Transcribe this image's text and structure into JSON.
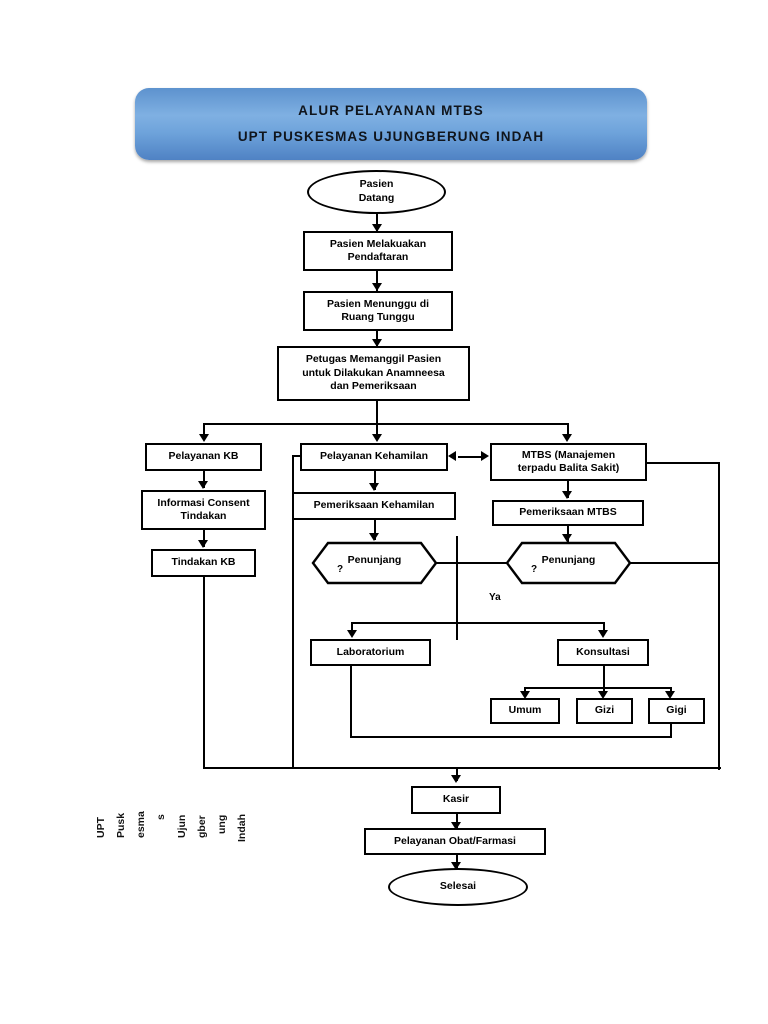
{
  "header": {
    "line1": "ALUR PELAYANAN MTBS",
    "line2": "UPT PUSKESMAS UJUNGBERUNG INDAH",
    "accent_color": "#5d92ce",
    "accent_color_light": "#7fb0e2"
  },
  "nodes": {
    "start": "Pasien\nDatang",
    "start_l1": "Pasien",
    "start_l2": "Datang",
    "pendaftaran_l1": "Pasien Melakuakan",
    "pendaftaran_l2": "Pendaftaran",
    "menunggu_l1": "Pasien Menunggu di",
    "menunggu_l2": "Ruang Tunggu",
    "anamneesa_l1": "Petugas Memanggil Pasien",
    "anamneesa_l2": "untuk Dilakukan Anamneesa",
    "anamneesa_l3": "dan Pemeriksaan",
    "pelayanan_kb": "Pelayanan KB",
    "pelayanan_kehamilan": "Pelayanan Kehamilan",
    "mtbs_l1": "MTBS (Manajemen",
    "mtbs_l2": "terpadu Balita Sakit)",
    "informasi_consent_l1": "Informasi Consent",
    "informasi_consent_l2": "Tindakan",
    "tindakan_kb": "Tindakan KB",
    "pemeriksaan_kehamilan": "Pemeriksaan Kehamilan",
    "pemeriksaan_mtbs": "Pemeriksaan MTBS",
    "penunjang_kiri": "Penunjang",
    "penunjang_kiri_q": "?",
    "penunjang_kanan": "Penunjang",
    "penunjang_kanan_q": "?",
    "laboratorium": "Laboratorium",
    "konsultasi": "Konsultasi",
    "umum": "Umum",
    "gizi": "Gizi",
    "gigi": "Gigi",
    "kasir": "Kasir",
    "farmasi": "Pelayanan Obat/Farmasi",
    "selesai": "Selesai"
  },
  "edge_labels": {
    "ya": "Ya"
  },
  "footer_vertical": {
    "col1": "UPT",
    "col2": "Pusk",
    "col3": "esma",
    "col4": "s",
    "col5": "Ujun",
    "col6": "gber",
    "col7": "ung",
    "col8": "Indah",
    "full_text": "UPT Puskesmas Ujungberung Indah"
  }
}
